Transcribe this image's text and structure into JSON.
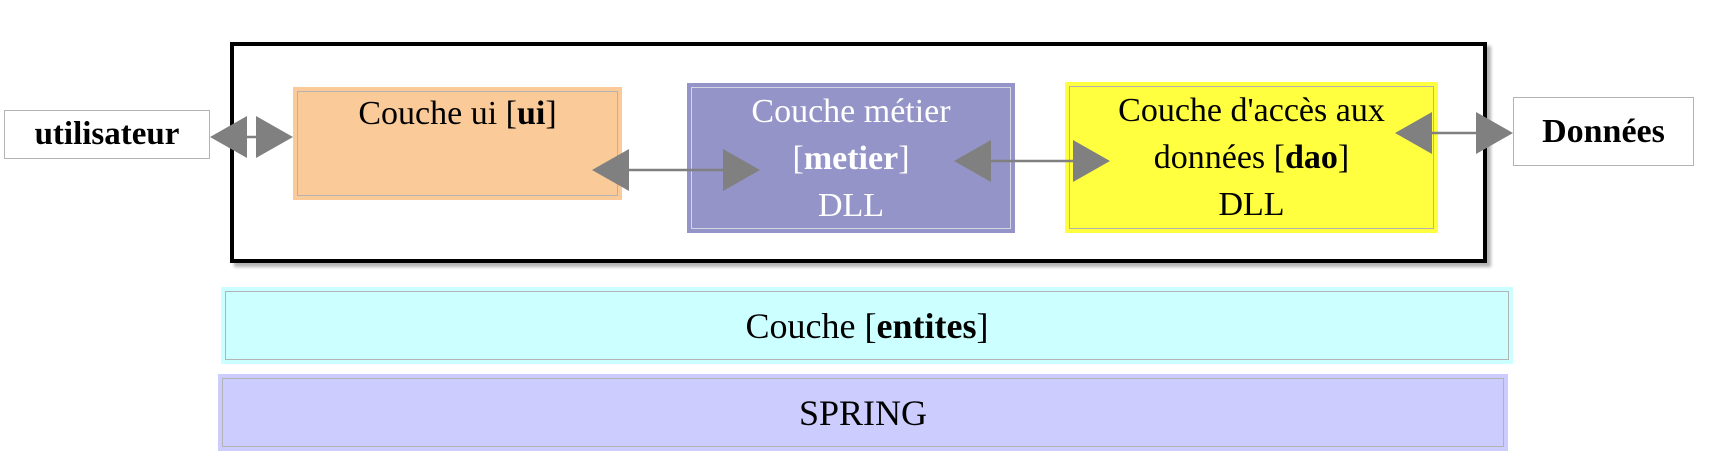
{
  "colors": {
    "ui_fill": "#FACA99",
    "metier_fill": "#9494C8",
    "dao_fill": "#FFFF40",
    "entites_fill": "#CCFFFF",
    "spring_fill": "#CCCCFF",
    "arrow_color": "#808080",
    "container_border": "#000000",
    "metier_text": "#FFFFFF"
  },
  "nodes": {
    "user": {
      "label": "utilisateur"
    },
    "ui": {
      "prefix": "Couche ui [",
      "bold": "ui",
      "suffix": "]"
    },
    "metier": {
      "line1": "Couche métier",
      "line2_prefix": "[",
      "line2_bold": "metier",
      "line2_suffix": "]",
      "line3": "DLL"
    },
    "dao": {
      "line1": "Couche d'accès aux",
      "line2_prefix": "données [",
      "line2_bold": "dao",
      "line2_suffix": "]",
      "line3": "DLL"
    },
    "data": {
      "label": "Données"
    },
    "entites": {
      "prefix": "Couche [",
      "bold": "entites",
      "suffix": "]"
    },
    "spring": {
      "label": "SPRING"
    }
  },
  "icons": {
    "user_ui_arrow": "bidirectional-arrow",
    "ui_metier_arrow": "bidirectional-arrow",
    "metier_dao_arrow": "bidirectional-arrow",
    "dao_data_arrow": "bidirectional-arrow"
  }
}
